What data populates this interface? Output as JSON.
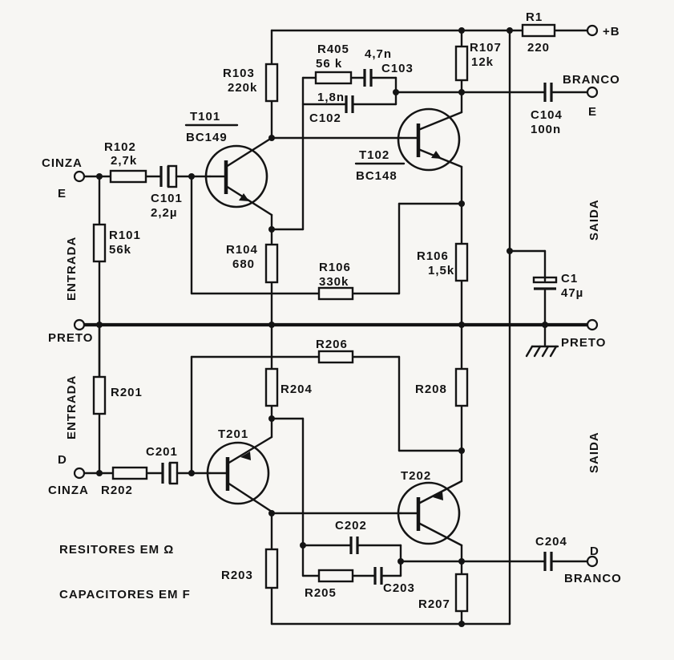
{
  "components": {
    "R101": {
      "ref": "R101",
      "value": "56k"
    },
    "R102": {
      "ref": "R102",
      "value": "2,7k"
    },
    "R103": {
      "ref": "R103",
      "value": "220k"
    },
    "R104": {
      "ref": "R104",
      "value": "680"
    },
    "R105": {
      "ref": "R405",
      "value": "56 k"
    },
    "R106": {
      "ref": "R106",
      "value": "330k"
    },
    "R107": {
      "ref": "R107",
      "value": "12k"
    },
    "R108": {
      "ref": "R106",
      "value": "1,5k"
    },
    "R1": {
      "ref": "R1",
      "value": "220"
    },
    "C101": {
      "ref": "C101",
      "value": "2,2µ"
    },
    "C102": {
      "ref": "C102",
      "value": "1,8n"
    },
    "C103": {
      "ref": "C103",
      "value": "4,7n"
    },
    "C104": {
      "ref": "C104",
      "value": "100n"
    },
    "C1": {
      "ref": "C1",
      "value": "47µ"
    },
    "T101": {
      "ref": "T101",
      "type": "BC149"
    },
    "T102": {
      "ref": "T102",
      "type": "BC148"
    },
    "R201": {
      "ref": "R201"
    },
    "R202": {
      "ref": "R202"
    },
    "R203": {
      "ref": "R203"
    },
    "R204": {
      "ref": "R204"
    },
    "R205": {
      "ref": "R205"
    },
    "R206": {
      "ref": "R206"
    },
    "R207": {
      "ref": "R207"
    },
    "R208": {
      "ref": "R208"
    },
    "C201": {
      "ref": "C201"
    },
    "C202": {
      "ref": "C202"
    },
    "C203": {
      "ref": "C203"
    },
    "C204": {
      "ref": "C204"
    },
    "T201": {
      "ref": "T201"
    },
    "T202": {
      "ref": "T202"
    }
  },
  "labels": {
    "input_top_color": "CINZA",
    "input_top_channel": "E",
    "input_bottom_color": "CINZA",
    "input_bottom_channel": "D",
    "entrada_top": "ENTRADA",
    "entrada_bottom": "ENTRADA",
    "ground_left": "PRETO",
    "ground_right": "PRETO",
    "supply": "+B",
    "out_top_color": "BRANCO",
    "out_top_channel": "E",
    "out_bottom_color": "BRANCO",
    "out_bottom_channel": "D",
    "saida_top": "SAIDA",
    "saida_bottom": "SAIDA",
    "note_resistors": "RESITORES EM Ω",
    "note_capacitors": "CAPACITORES EM F"
  }
}
